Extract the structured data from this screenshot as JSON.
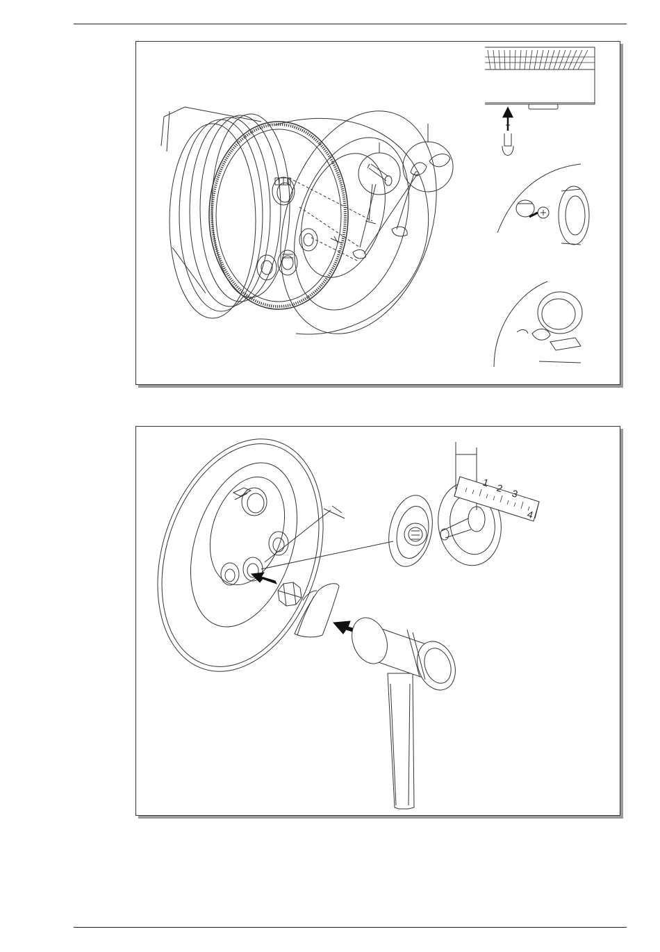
{
  "figure2": {
    "ruler_ticks": [
      "1",
      "2",
      "3",
      "4"
    ]
  },
  "colors": {
    "line": "#333333",
    "shadow": "#9a9a9a",
    "arrow": "#111111"
  }
}
